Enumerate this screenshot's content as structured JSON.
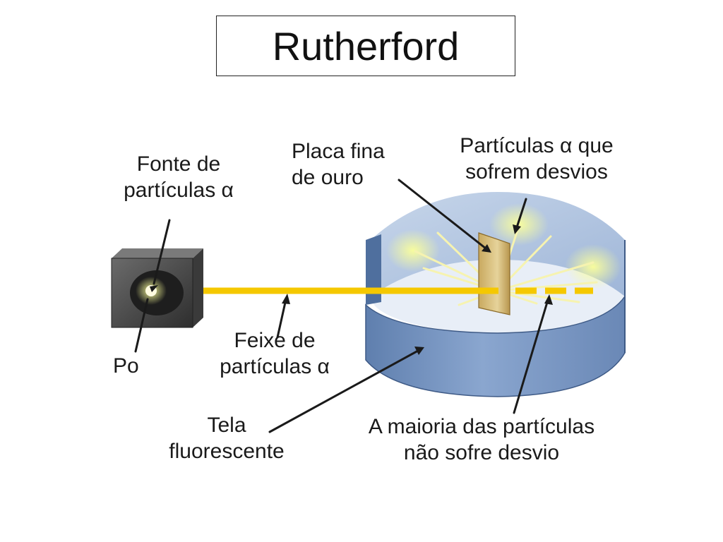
{
  "title": "Rutherford",
  "labels": {
    "source_line1": "Fonte de",
    "source_line2": "partículas α",
    "plate_line1": "Placa fina",
    "plate_line2": "de ouro",
    "deflected_line1": "Partículas α que",
    "deflected_line2": "sofrem desvios",
    "po": "Po",
    "beam_line1": "Feixe de",
    "beam_line2": "partículas α",
    "screen_line1": "Tela",
    "screen_line2": "fluorescente",
    "majority_line1": "A maioria das partículas",
    "majority_line2": "não sofre desvio"
  },
  "colors": {
    "beam": "#f5c800",
    "screen_blue": "#7f9cc8",
    "gold_plate": "#d9bf7a",
    "source_box": "#4a4a4a",
    "glow": "#f4f58a"
  }
}
